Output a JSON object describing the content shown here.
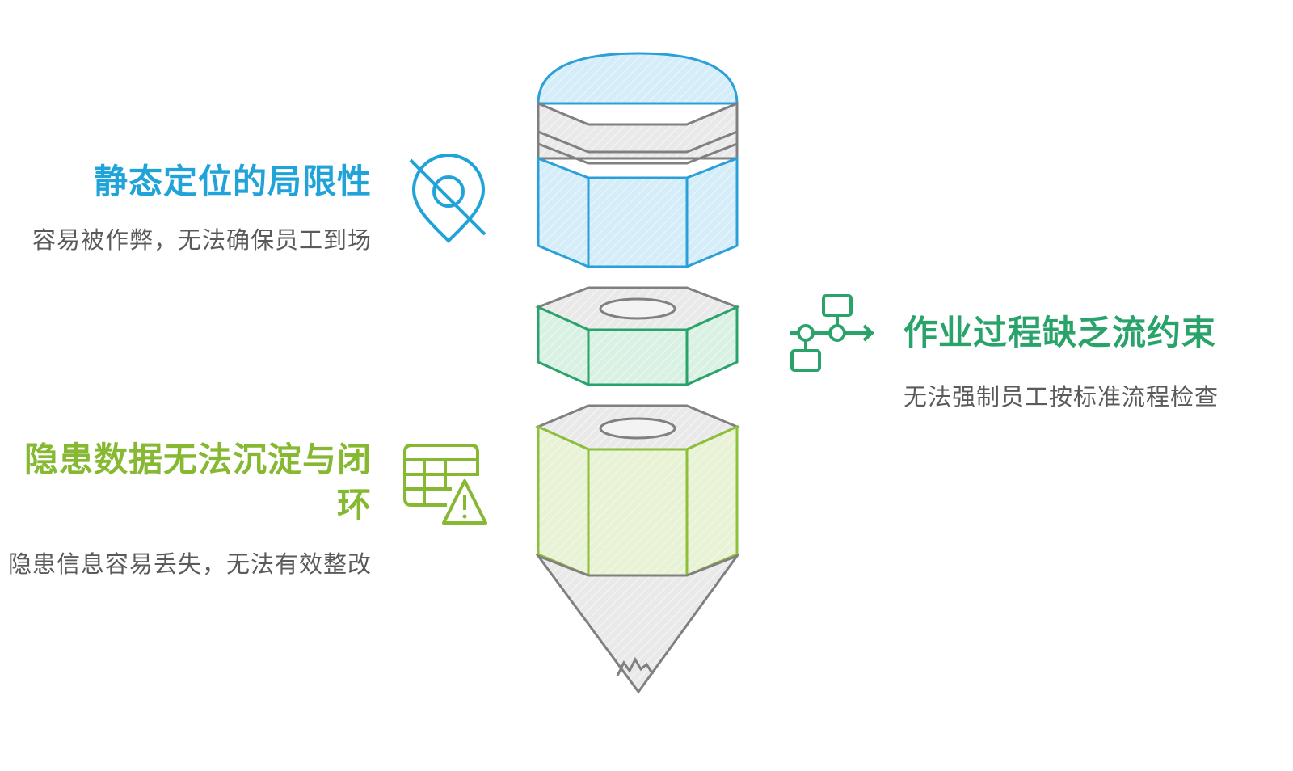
{
  "sections": [
    {
      "title": "静态定位的局限性",
      "desc": "容易被作弊，无法确保员工到场",
      "icon": "location-off-icon",
      "color": "#1fa3d9"
    },
    {
      "title": "作业过程缺乏流约束",
      "desc": "无法强制员工按标准流程检查",
      "icon": "workflow-icon",
      "color": "#2aa36b"
    },
    {
      "title": "隐患数据无法沉淀与闭环",
      "desc": "隐患信息容易丢失，无法有效整改",
      "icon": "table-warning-icon",
      "color": "#86b832"
    }
  ]
}
